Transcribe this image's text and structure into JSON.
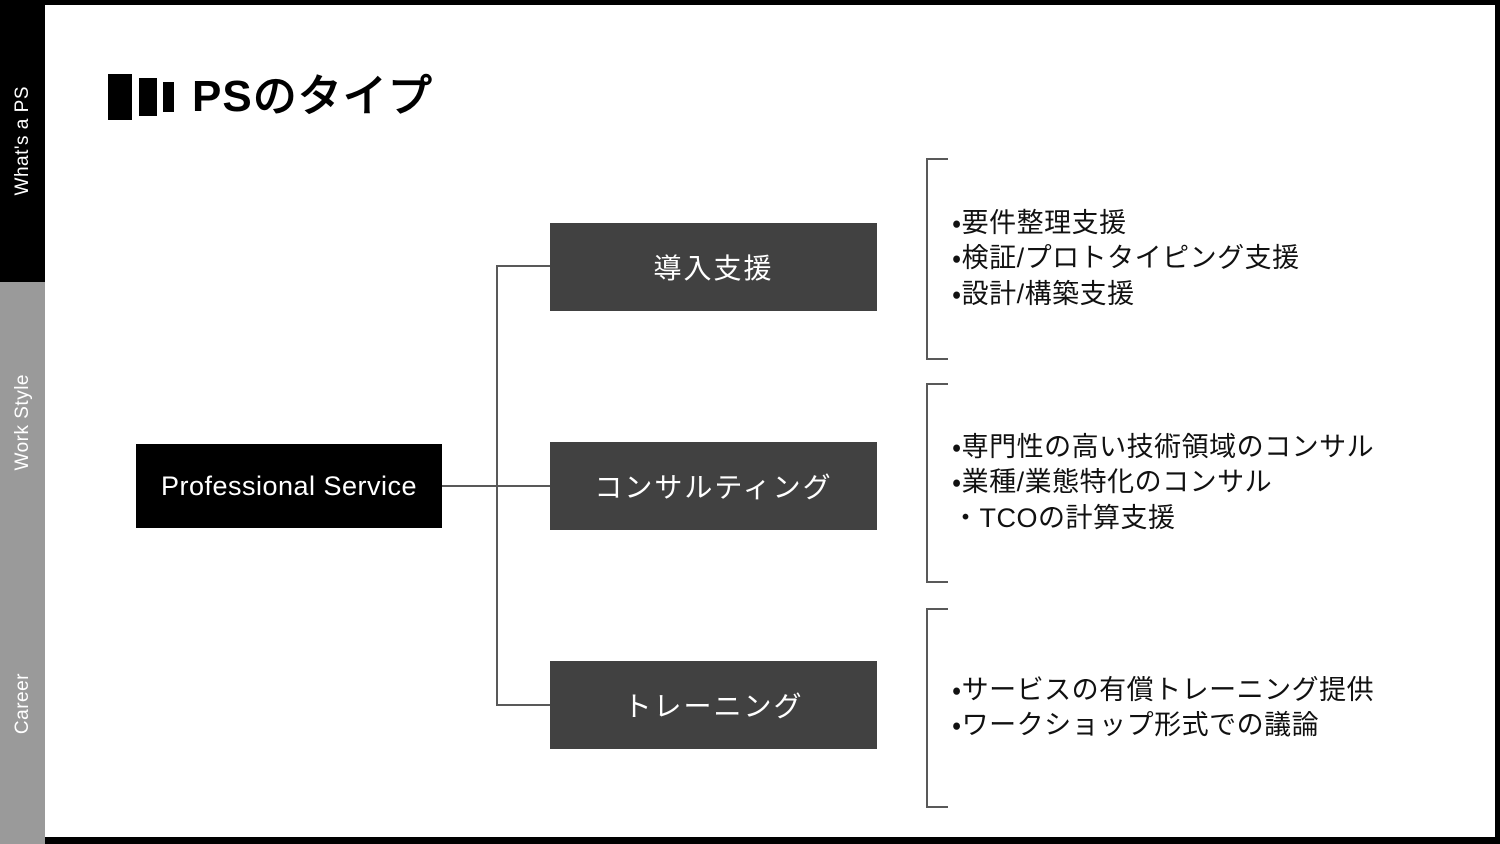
{
  "slide": {
    "title": "PSのタイプ",
    "title_icon": "bar-chart-icon",
    "background_color": "#ffffff",
    "frame_color": "#000000"
  },
  "sidebar": {
    "active_color": "#000000",
    "inactive_color": "#9a9a9a",
    "items": [
      {
        "label": "What's a PS",
        "state": "active"
      },
      {
        "label": "Work Style",
        "state": "inactive"
      },
      {
        "label": "Career",
        "state": "inactive"
      }
    ]
  },
  "diagram": {
    "root": {
      "label": "Professional Service",
      "fill": "#000000",
      "text_color": "#ffffff"
    },
    "connector_color": "#595959",
    "branches": [
      {
        "label": "導入支援",
        "fill": "#414141",
        "text_color": "#ffffff",
        "details": [
          "・要件整理支援",
          "・検証/プロトタイピング支援",
          "・設計/構築支援"
        ]
      },
      {
        "label": "コンサルティング",
        "fill": "#414141",
        "text_color": "#ffffff",
        "details": [
          "・専門性の高い技術領域のコンサル",
          "・業種/業態特化のコンサル",
          "・TCOの計算支援"
        ]
      },
      {
        "label": "トレーニング",
        "fill": "#414141",
        "text_color": "#ffffff",
        "details": [
          "・サービスの有償トレーニング提供",
          "・ワークショップ形式での議論"
        ]
      }
    ]
  }
}
